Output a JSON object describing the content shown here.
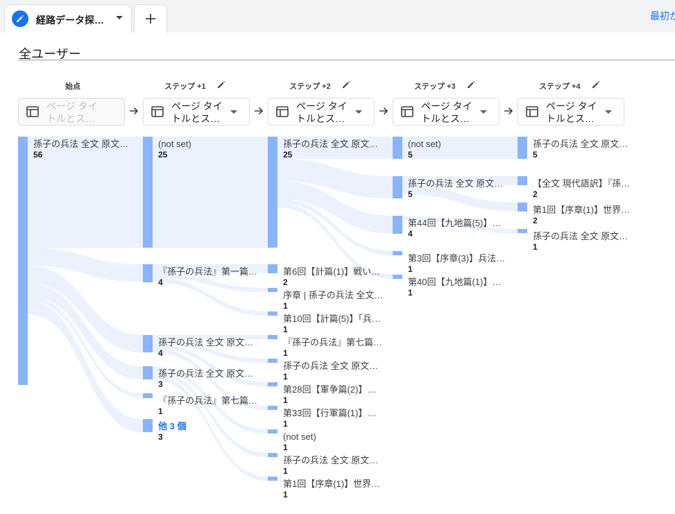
{
  "tabs": {
    "active_label": "経路データ探…",
    "top_link": "最初か"
  },
  "segment": {
    "label": "全ユーザー"
  },
  "steps": [
    {
      "title": "始点",
      "dimension": "ページ タイトルとス…",
      "editable": false,
      "enabled": false
    },
    {
      "title": "ステップ +1",
      "dimension": "ページ タイトルとス…",
      "editable": true,
      "enabled": true
    },
    {
      "title": "ステップ +2",
      "dimension": "ページ タイトルとス…",
      "editable": true,
      "enabled": true
    },
    {
      "title": "ステップ +3",
      "dimension": "ページ タイトルとス…",
      "editable": true,
      "enabled": true
    },
    {
      "title": "ステップ +4",
      "dimension": "ページ タイトルとス…",
      "editable": true,
      "enabled": true
    }
  ],
  "nodes": [
    [
      {
        "label": "孫子の兵法 全文 原文…",
        "value": 56
      }
    ],
    [
      {
        "label": "(not set)",
        "value": 25
      },
      {
        "label": "『孫子の兵法』第一篇…",
        "value": 4
      },
      {
        "label": "孫子の兵法 全文 原文…",
        "value": 4
      },
      {
        "label": "孫子の兵法 全文 原文…",
        "value": 3
      },
      {
        "label": "『孫子の兵法』第七篇…",
        "value": 1
      },
      {
        "label": "他 3 個",
        "value": 3,
        "link": true
      }
    ],
    [
      {
        "label": "孫子の兵法 全文 原文…",
        "value": 25
      },
      {
        "label": "第6回【計篇(1)】戦い…",
        "value": 2
      },
      {
        "label": "序章 | 孫子の兵法 全文…",
        "value": 1
      },
      {
        "label": "第10回【計篇(5)】「兵…",
        "value": 1
      },
      {
        "label": "『孫子の兵法』第七篇…",
        "value": 1
      },
      {
        "label": "孫子の兵法 全文 原文…",
        "value": 1
      },
      {
        "label": "第28回【軍争篇(2)】…",
        "value": 1
      },
      {
        "label": "第33回【行軍篇(1)】…",
        "value": 1
      },
      {
        "label": "(not set)",
        "value": 1
      },
      {
        "label": "孫子の兵法 全文 原文…",
        "value": 1
      },
      {
        "label": "第1回【序章(1)】世界…",
        "value": 1
      }
    ],
    [
      {
        "label": "(not set)",
        "value": 5
      },
      {
        "label": "孫子の兵法 全文 原文…",
        "value": 5
      },
      {
        "label": "第44回【九地篇(5)】…",
        "value": 4
      },
      {
        "label": "第3回【序章(3)】兵法…",
        "value": 1
      },
      {
        "label": "第40回【九地篇(1)】…",
        "value": 1
      }
    ],
    [
      {
        "label": "孫子の兵法 全文 原文…",
        "value": 5
      },
      {
        "label": "【全文 現代語訳】『孫…",
        "value": 2
      },
      {
        "label": "第1回【序章(1)】世界…",
        "value": 2
      },
      {
        "label": "孫子の兵法 全文 原文…",
        "value": 1
      }
    ]
  ],
  "links": [
    [
      0,
      0,
      1,
      0,
      25
    ],
    [
      0,
      0,
      1,
      1,
      4
    ],
    [
      0,
      0,
      1,
      2,
      4
    ],
    [
      0,
      0,
      1,
      3,
      3
    ],
    [
      0,
      0,
      1,
      4,
      1
    ],
    [
      0,
      0,
      1,
      5,
      3
    ],
    [
      1,
      0,
      2,
      0,
      25
    ],
    [
      1,
      1,
      2,
      1,
      2
    ],
    [
      1,
      1,
      2,
      2,
      1
    ],
    [
      1,
      1,
      2,
      3,
      1
    ],
    [
      1,
      2,
      2,
      4,
      1
    ],
    [
      1,
      2,
      2,
      5,
      1
    ],
    [
      1,
      2,
      2,
      6,
      1
    ],
    [
      1,
      2,
      2,
      7,
      1
    ],
    [
      1,
      3,
      2,
      8,
      1
    ],
    [
      1,
      3,
      2,
      9,
      1
    ],
    [
      1,
      3,
      2,
      10,
      1
    ],
    [
      2,
      0,
      3,
      0,
      5
    ],
    [
      2,
      0,
      3,
      1,
      5
    ],
    [
      2,
      0,
      3,
      2,
      4
    ],
    [
      2,
      0,
      3,
      3,
      1
    ],
    [
      2,
      0,
      3,
      4,
      1
    ],
    [
      3,
      0,
      4,
      0,
      5
    ],
    [
      3,
      1,
      4,
      1,
      2
    ],
    [
      3,
      1,
      4,
      2,
      2
    ],
    [
      3,
      2,
      4,
      3,
      1
    ]
  ]
}
